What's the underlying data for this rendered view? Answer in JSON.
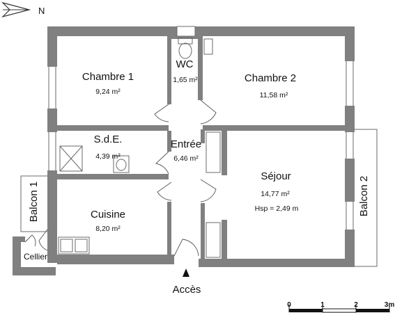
{
  "compass": {
    "north_label": "N"
  },
  "rooms": {
    "chambre1": {
      "name": "Chambre 1",
      "area": "9,24 m²"
    },
    "wc": {
      "name": "WC",
      "area": "1,65 m²"
    },
    "chambre2": {
      "name": "Chambre 2",
      "area": "11,58 m²"
    },
    "sde": {
      "name": "S.d.E.",
      "area": "4,39 m²"
    },
    "entree": {
      "name": "Entrée",
      "area": "6,46 m²"
    },
    "sejour": {
      "name": "Séjour",
      "area": "14,77 m²",
      "height": "Hsp = 2,49 m"
    },
    "cuisine": {
      "name": "Cuisine",
      "area": "8,20 m²"
    },
    "cellier": {
      "name": "Cellier"
    },
    "balcon1": {
      "name": "Balcon 1"
    },
    "balcon2": {
      "name": "Balcon 2"
    }
  },
  "access": {
    "label": "Accès"
  },
  "scale_bar": {
    "ticks": [
      "0",
      "1",
      "2",
      "3m"
    ]
  },
  "colors": {
    "wall": "#808080",
    "line": "#6a6a6a",
    "text": "#111111"
  }
}
